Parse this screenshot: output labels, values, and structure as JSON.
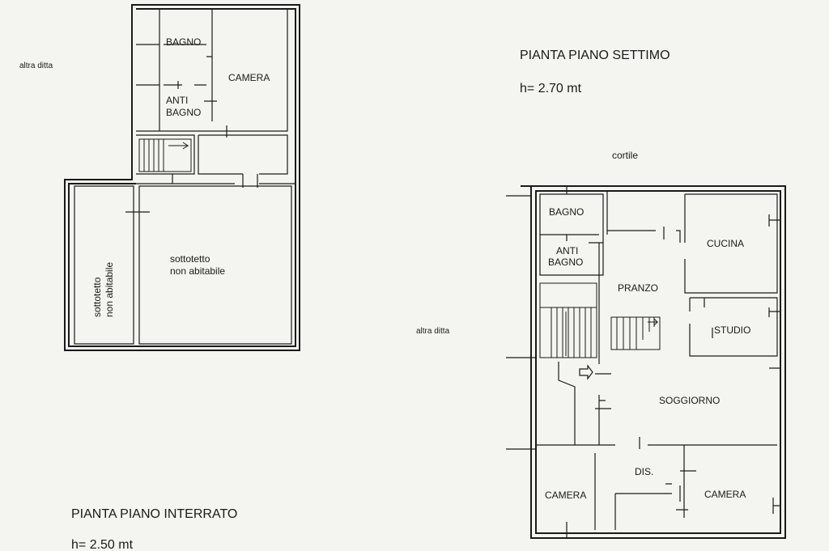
{
  "upper_plan": {
    "title": "PIANTA PIANO SETTIMO",
    "height": "h= 2.70 mt",
    "courtyard_label": "cortile",
    "neighbor_label": "altra ditta",
    "rooms": {
      "bagno": "BAGNO",
      "anti_bagno_line1": "ANTI",
      "anti_bagno_line2": "BAGNO",
      "cucina": "CUCINA",
      "pranzo": "PRANZO",
      "studio": "STUDIO",
      "soggiorno": "SOGGIORNO",
      "dis": "DIS.",
      "camera_left": "CAMERA",
      "camera_right": "CAMERA"
    }
  },
  "lower_plan": {
    "title": "PIANTA PIANO INTERRATO",
    "height": "h= 2.50 mt",
    "neighbor_label": "altra ditta",
    "rooms": {
      "bagno": "BAGNO",
      "camera": "CAMERA",
      "anti_bagno_line1": "ANTI",
      "anti_bagno_line2": "BAGNO",
      "sottotetto_center_line1": "sottotetto",
      "sottotetto_center_line2": "non abitabile",
      "sottotetto_side_line1": "sottotetto",
      "sottotetto_side_line2": "non abitabile"
    }
  }
}
